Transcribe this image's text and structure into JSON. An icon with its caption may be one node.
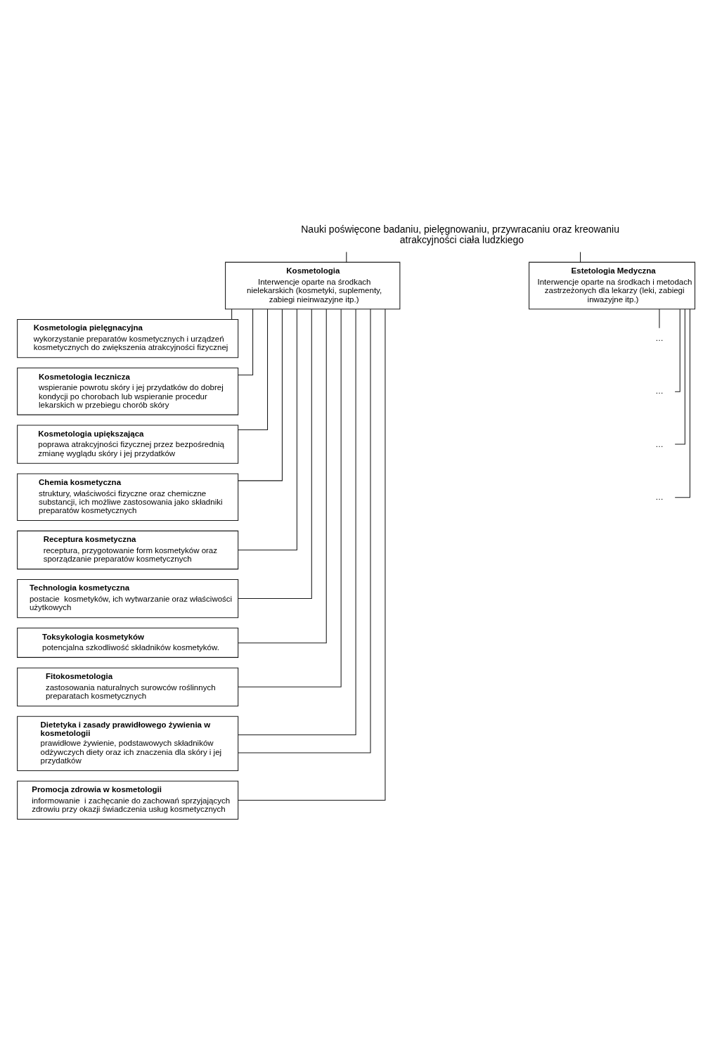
{
  "diagram": {
    "nodes": [
      {
        "text": [
          "Nauki poświęcone badaniu, pielęgnowaniu, przywracaniu oraz kreowaniu atrakcyjności ciała ludzkiego"
        ]
      },
      {
        "text": [
          "Kosmetologia",
          "Interwencje oparte na środkach nielekarskich (kosmetyki, suplementy, zabiegi nieinwazyjne itp.)"
        ]
      },
      {
        "text": [
          "Estetologia Medyczna",
          "Interwencje oparte na środkach i metodach zastrzeżonych dla lekarzy (leki, zabiegi inwazyjne itp.)"
        ]
      },
      {
        "text": [
          "Kosmetologia pielęgnacyjna",
          "wykorzystanie preparatów kosmetycznych i urządzeń kosmetycznych do zwiększenia atrakcyjności fizycznej"
        ]
      },
      {
        "text": [
          "Kosmetologia lecznicza",
          "wspieranie powrotu skóry i jej przydatków do dobrej kondycji po chorobach lub wspieranie procedur lekarskich w przebiegu chorób skóry"
        ]
      },
      {
        "text": [
          "Kosmetologia upiększająca",
          "poprawa atrakcyjności fizycznej przez bezpośrednią zmianę wyglądu skóry i jej przydatków"
        ]
      },
      {
        "text": [
          "Chemia kosmetyczna",
          "struktury, właściwości fizyczne oraz chemiczne substancji, ich możliwe zastosowania jako składniki preparatów kosmetycznych"
        ]
      },
      {
        "text": [
          "Receptura kosmetyczna",
          "receptura, przygotowanie form kosmetyków oraz sporządzanie preparatów kosmetycznych"
        ]
      },
      {
        "text": [
          "Technologia kosmetyczna",
          "postacie  kosmetyków, ich wytwarzanie oraz właściwości użytkowych"
        ]
      },
      {
        "text": [
          "Toksykologia kosmetyków",
          "potencjalna szkodliwość składników kosmetyków."
        ]
      },
      {
        "text": [
          "Fitokosmetologia",
          "zastosowania naturalnych surowców roślinnych preparatach kosmetycznych"
        ]
      },
      {
        "text": [
          "Dietetyka i zasady prawidłowego żywienia w kosmetologii",
          "prawidłowe żywienie, podstawowych składników odżywczych diety oraz ich znaczenia dla skóry i jej przydatków"
        ]
      },
      {
        "text": [
          "Promocja zdrowia w kosmetologii",
          "informowanie  i zachęcanie do zachowań sprzyjających zdrowiu przy okazji świadczenia usług kosmetycznych"
        ]
      },
      {
        "text": [
          "…"
        ]
      },
      {
        "text": [
          "…"
        ]
      },
      {
        "text": [
          "…"
        ]
      },
      {
        "text": [
          "…"
        ]
      }
    ],
    "edges": [
      {
        "from": 0,
        "to": 1,
        "arrow": "none"
      },
      {
        "from": 0,
        "to": 2,
        "arrow": "none"
      },
      {
        "from": 1,
        "to": 3,
        "arrow": "none"
      },
      {
        "from": 1,
        "to": 4,
        "arrow": "none"
      },
      {
        "from": 1,
        "to": 5,
        "arrow": "none"
      },
      {
        "from": 1,
        "to": 6,
        "arrow": "none"
      },
      {
        "from": 1,
        "to": 7,
        "arrow": "none"
      },
      {
        "from": 1,
        "to": 8,
        "arrow": "none"
      },
      {
        "from": 1,
        "to": 9,
        "arrow": "none"
      },
      {
        "from": 1,
        "to": 10,
        "arrow": "none"
      },
      {
        "from": 1,
        "to": 11,
        "arrow": "none"
      },
      {
        "from": 1,
        "to": 11,
        "arrow": "none"
      },
      {
        "from": 1,
        "to": 12,
        "arrow": "none"
      },
      {
        "from": 2,
        "to": 13,
        "arrow": "none"
      },
      {
        "from": 2,
        "to": 14,
        "arrow": "none"
      },
      {
        "from": 2,
        "to": 15,
        "arrow": "none"
      },
      {
        "from": 2,
        "to": 16,
        "arrow": "none"
      }
    ]
  }
}
